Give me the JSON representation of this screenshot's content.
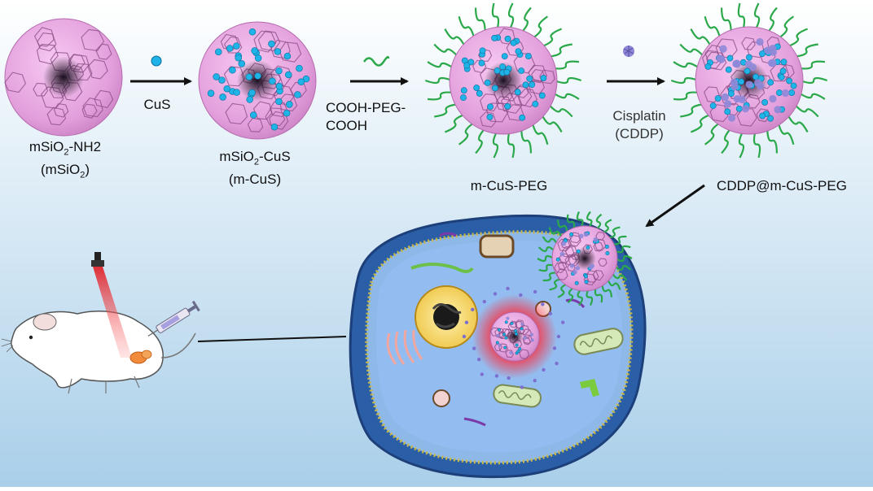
{
  "steps": [
    {
      "label_line1_pre": "mSiO",
      "label_line1_sub": "2",
      "label_line1_post": "-NH2",
      "label_line2_pre": "(mSiO",
      "label_line2_sub": "2",
      "label_line2_post": ")"
    },
    {
      "label_line1_pre": "mSiO",
      "label_line1_sub": "2",
      "label_line1_post": "-CuS",
      "label_line2": "(m-CuS)"
    },
    {
      "label": "m-CuS-PEG"
    },
    {
      "label": "CDDP@m-CuS-PEG"
    }
  ],
  "reagents": {
    "cus": "CuS",
    "peg_line1": "COOH-PEG-",
    "peg_line2": "COOH",
    "cddp_line1": "Cisplatin",
    "cddp_line2": "(CDDP)"
  },
  "colors": {
    "bg_top": "#ffffff",
    "bg_bottom": "#a9cfe9",
    "particle": "#e6a0e0",
    "particle_dark": "#2a1530",
    "cus_dot": "#1fb3e8",
    "peg": "#2aa84a",
    "cddp": "#8e88d8",
    "cell_cytoplasm": "#8db8e8",
    "cell_outer": "#2a5fa8",
    "membrane": "#c9b94a",
    "laser": "#e8262a",
    "nucleus": "#f2cf52"
  },
  "icons": [
    "mouse-icon",
    "syringe-icon",
    "laser-icon",
    "cell-icon",
    "nanoparticle-icon"
  ]
}
